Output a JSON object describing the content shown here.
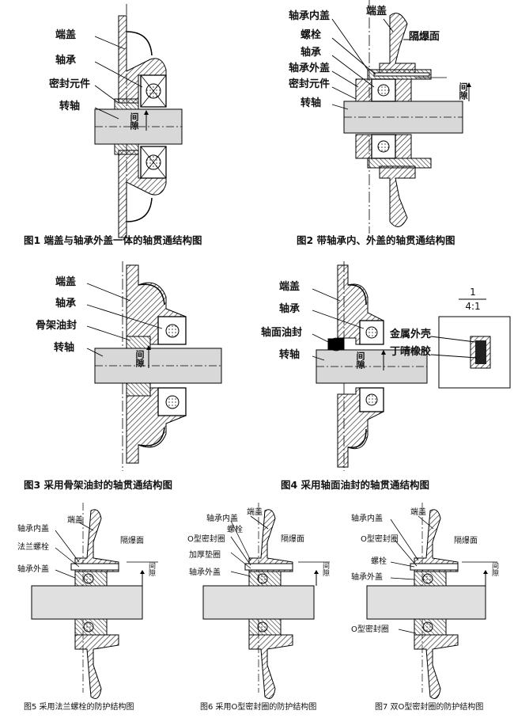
{
  "fig1": {
    "caption": "图1  端盖与轴承外盖一体的轴贯通结构图",
    "labels": [
      "端盖",
      "轴承",
      "密封元件",
      "转轴"
    ],
    "gap_label": "间隙"
  },
  "fig2": {
    "caption": "图2  带轴承内、外盖的轴贯通结构图",
    "labels": [
      "轴承内盖",
      "端盖",
      "螺栓",
      "隔爆面",
      "轴承",
      "轴承外盖",
      "密封元件",
      "转轴"
    ],
    "gap_label": "间隙"
  },
  "fig3": {
    "caption": "图3  采用骨架油封的轴贯通结构图",
    "labels": [
      "端盖",
      "轴承",
      "骨架油封",
      "转轴"
    ],
    "gap_label": "间隙"
  },
  "fig4": {
    "caption": "图4  采用轴面油封的轴贯通结构图",
    "labels": [
      "端盖",
      "轴承",
      "轴面油封",
      "转轴",
      "金属外壳",
      "丁晴橡胶"
    ],
    "fraction_num": "1",
    "fraction_den": "4:1",
    "gap_label": "间隙"
  },
  "fig5": {
    "caption": "图5  采用法兰螺栓的防护结构图",
    "labels": [
      "轴承内盖",
      "端盖",
      "法兰螺栓",
      "隔爆面",
      "轴承外盖"
    ],
    "gap_label": "间隙"
  },
  "fig6": {
    "caption": "图6  采用O型密封圈的防护结构图",
    "labels": [
      "轴承内盖",
      "端盖",
      "螺栓",
      "隔爆面",
      "O型密封圈",
      "加厚垫圈",
      "轴承外盖"
    ],
    "gap_label": "间隙"
  },
  "fig7": {
    "caption": "图7  双O型密封圈的防护结构图",
    "labels": [
      "轴承内盖",
      "端盖",
      "O型密封圈",
      "隔爆面",
      "螺栓",
      "轴承外盖",
      "O型密封圈"
    ],
    "gap_label": "间隙"
  }
}
